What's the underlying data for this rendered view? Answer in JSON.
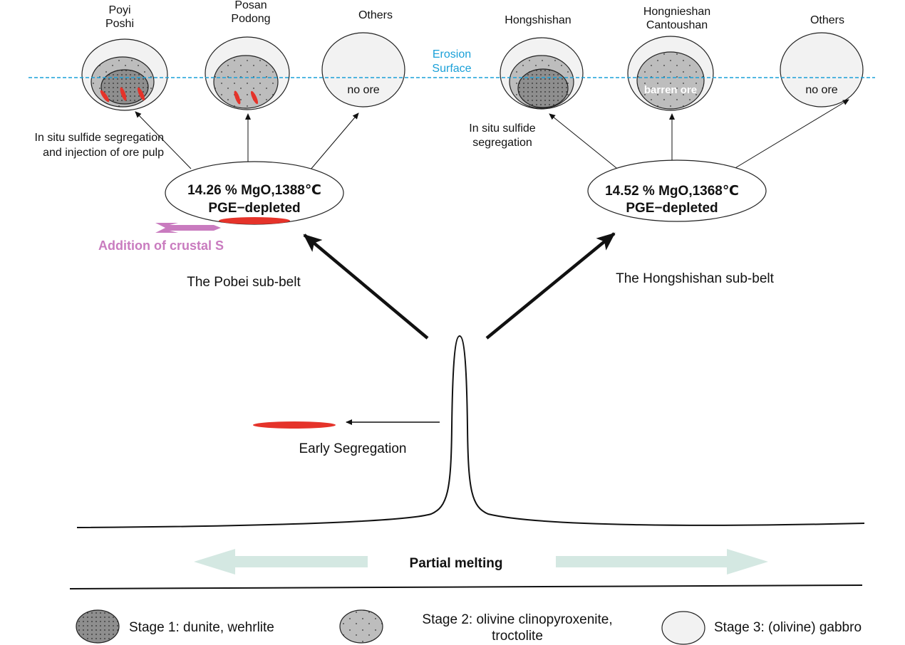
{
  "deposits_left": [
    {
      "name": "Poyi\nPoshi"
    },
    {
      "name": "Posan\nPodong"
    },
    {
      "name": "Others",
      "note": "no ore"
    }
  ],
  "deposits_right": [
    {
      "name": "Hongshishan"
    },
    {
      "name": "Hongnieshan\nCantoushan",
      "note": "barren ore"
    },
    {
      "name": "Others",
      "note": "no ore"
    }
  ],
  "erosion_label": "Erosion\nSurface",
  "left_belt": {
    "process": "In situ sulfide segregation\nand injection of ore pulp",
    "magma_line1": "14.26 % MgO,1388℃",
    "magma_line2": "PGE−depleted",
    "crustal_s": "Addition of crustal S",
    "name": "The Pobei sub-belt"
  },
  "right_belt": {
    "process": "In situ sulfide\nsegregation",
    "magma_line1": "14.52 % MgO,1368℃",
    "magma_line2": "PGE−depleted",
    "name": "The Hongshishan sub-belt"
  },
  "early_segregation": "Early  Segregation",
  "partial_melting": "Partial  melting",
  "legend": [
    {
      "label": "Stage 1: dunite, wehrlite"
    },
    {
      "label": "Stage 2: olivine clinopyroxenite,\ntroctolite"
    },
    {
      "label": "Stage 3: (olivine) gabbro"
    }
  ],
  "colors": {
    "stage1": "#8e8e8e",
    "stage2": "#bdbdbd",
    "stage3": "#f2f2f2",
    "sulfide": "#e5332a",
    "erosion": "#1aa0d8",
    "crustal": "#c97bbf",
    "melting_arrow": "#d4e8e2"
  }
}
